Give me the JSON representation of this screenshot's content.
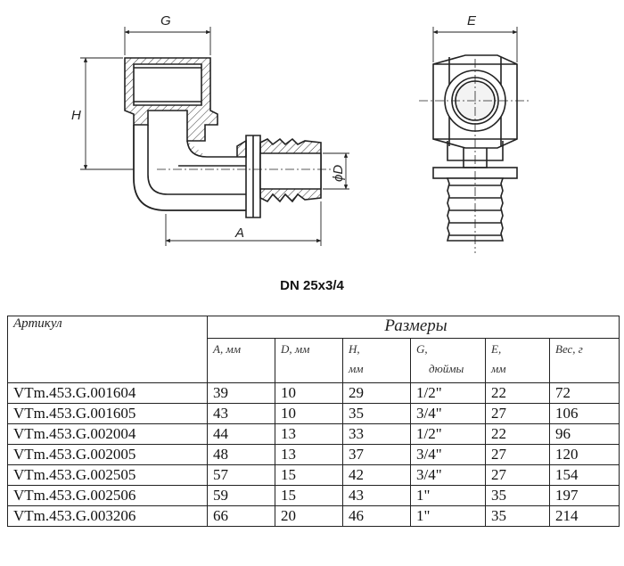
{
  "drawing": {
    "dim_labels": {
      "g": "G",
      "h": "H",
      "a": "A",
      "d": "ϕD",
      "e": "E"
    }
  },
  "caption": "DN 25x3/4",
  "table": {
    "article_header": "Артикул",
    "sizes_header": "Размеры",
    "col_headers": [
      [
        "A, мм",
        ""
      ],
      [
        "D, мм",
        ""
      ],
      [
        "H,",
        "мм"
      ],
      [
        "G,",
        "дюймы"
      ],
      [
        "E,",
        "мм"
      ],
      [
        "Вес, г",
        ""
      ]
    ],
    "rows": [
      [
        "VTm.453.G.001604",
        "39",
        "10",
        "29",
        "1/2\"",
        "22",
        "72"
      ],
      [
        "VTm.453.G.001605",
        "43",
        "10",
        "35",
        "3/4\"",
        "27",
        "106"
      ],
      [
        "VTm.453.G.002004",
        "44",
        "13",
        "33",
        "1/2\"",
        "22",
        "96"
      ],
      [
        "VTm.453.G.002005",
        "48",
        "13",
        "37",
        "3/4\"",
        "27",
        "120"
      ],
      [
        "VTm.453.G.002505",
        "57",
        "15",
        "42",
        "3/4\"",
        "27",
        "154"
      ],
      [
        "VTm.453.G.002506",
        "59",
        "15",
        "43",
        "1\"",
        "35",
        "197"
      ],
      [
        "VTm.453.G.003206",
        "66",
        "20",
        "46",
        "1\"",
        "35",
        "214"
      ]
    ]
  }
}
